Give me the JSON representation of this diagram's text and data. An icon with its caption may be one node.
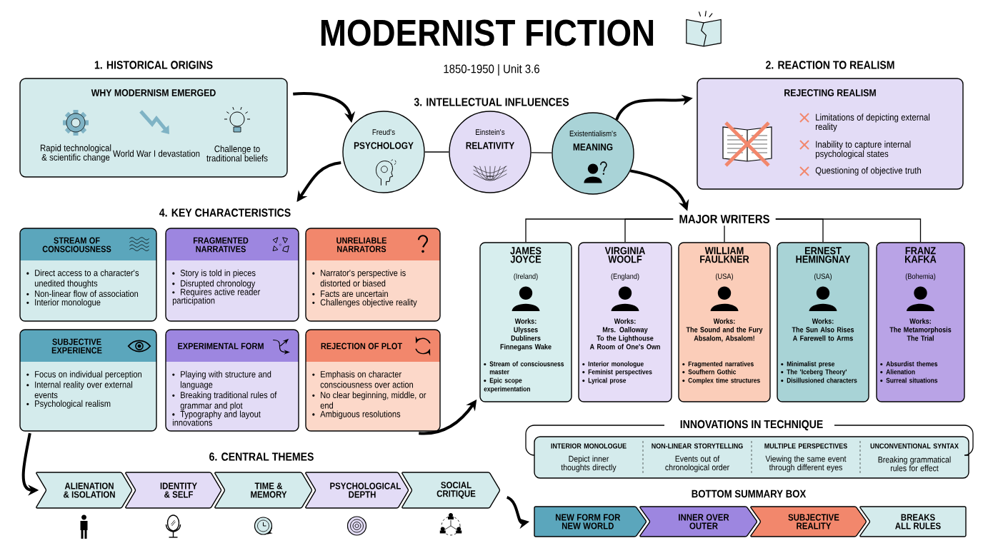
{
  "diagram": {
    "title": "MODERNIST FICTION",
    "nodes": [
      {
        "text": [
          "1. HISTORICAL ORIGINS",
          "WHY MODERNISM EMERGED",
          "Rapid technological & scientific change",
          "World War I devastation",
          "Challenge to traditional beliefs"
        ]
      },
      {
        "text": [
          "Freud's",
          "PSYCHOLOGY"
        ]
      },
      {
        "text": [
          "Einstein's",
          "RELATIVITY"
        ]
      },
      {
        "text": [
          "Existentialism's",
          "MEANING"
        ]
      },
      {
        "text": [
          "2. REACTION TO REALISM",
          "REJECTING REALISM",
          "Limitations of depicting external reality",
          "Inability to capture internal psychological states",
          "Questioning of objective truth"
        ]
      },
      {
        "text": [
          "4. KEY CHARACTERISTICS"
        ]
      },
      {
        "text": [
          "STREAM OF CONSCIOUSNESS",
          "Direct access to a character's unedited thoughts",
          "Non-linear flow of association",
          "Interior monologue"
        ]
      },
      {
        "text": [
          "FRAGMENTED NARRATIVES",
          "Story is told in pieces",
          "Disrupted chronology",
          "Requires active reader participation"
        ]
      },
      {
        "text": [
          "UNRELIABLE NARRATORS",
          "Narrator's perspective is distorted or biased",
          "Facts are uncertain",
          "Challenges objective reality"
        ]
      },
      {
        "text": [
          "SUBJECTIVE EXPERIENCE",
          "Focus on individual perception",
          "Internal reality over external events",
          "Psychological realism"
        ]
      },
      {
        "text": [
          "EXPERIMENTAL FORM",
          "Playing with structure and language",
          "Breaking traditional rules of grammar and plot",
          "Typography and layout innovations"
        ]
      },
      {
        "text": [
          "REJECTION OF PLOT",
          "Emphasis on character consciousness over action",
          "No clear beginning, middle, or end",
          "Ambiguous resolutions"
        ]
      },
      {
        "text": [
          "MAJOR WRITERS"
        ]
      },
      {
        "text": [
          "JAMES JOYCE",
          "(Ireland)",
          "Works:",
          "Ulysses",
          "Dubliners",
          "Finnegans Wake",
          "Stream of consciousness master",
          "Epic scope experimentation"
        ]
      },
      {
        "text": [
          "VIRGINIA WOOLF",
          "(England)",
          "Works:",
          "Mrs. Oalloway",
          "To the Lighthouse",
          "A Room of One's Own",
          "Interior monologue",
          "Feminist perspectives",
          "Lyrical prose"
        ]
      },
      {
        "text": [
          "WILLIAM FAULKNER",
          "(USA)",
          "Works:",
          "The Sound and the Fury",
          "Absalom, Absalom!",
          "Fragmented narratives",
          "Soufhern Gothic",
          "Complex time structures"
        ]
      },
      {
        "text": [
          "ERNEST HEMINGNAY",
          "(USA)",
          "Works:",
          "The Sun Also Rises",
          "A Farewell to Arms",
          "Minimalist prese",
          "The 'Iceberg Theory'",
          "Disillusioned characters"
        ]
      },
      {
        "text": [
          "FRANZ KAFKA",
          "(Bohemia)",
          "Works:",
          "The Metamorphosis",
          "The Trial",
          "Absurdist themes",
          "Alienation",
          "Surreal situations"
        ]
      },
      {
        "text": [
          "INNOVATIONS IN TECHNIQUE",
          "INTERIOR MONOLOGUE",
          "Depict inner thoughts directly",
          "NON-LINEAR STORYTELLING",
          "Events out of chronological order",
          "MULTIPLE PERSPECTIVES",
          "Viewing the same event through different eyes",
          "UNCONVENTIONAL SYNTAX",
          "Breaking grammatical rules for effect"
        ]
      },
      {
        "text": [
          "ALIENATION & ISOLATION"
        ]
      },
      {
        "text": [
          "IDENTITY & SELF"
        ]
      },
      {
        "text": [
          "TIME & MEMORY"
        ]
      },
      {
        "text": [
          "PSYCHOLOGICAL DEPTH"
        ]
      },
      {
        "text": [
          "SOCIAL CRITIQUE"
        ]
      },
      {
        "text": [
          "NEW FORM FOR NEW WORLD"
        ]
      },
      {
        "text": [
          "INNER OVER OUTER"
        ]
      },
      {
        "text": [
          "SUBJECTIVE REALITY"
        ]
      },
      {
        "text": [
          "BREAKS ALL RULES"
        ]
      }
    ],
    "edges": [
      {
        "from": 0,
        "to": 1,
        "arrow": "to",
        "style": "thick"
      },
      {
        "from": 1,
        "to": 5,
        "arrow": "to",
        "style": "thick"
      },
      {
        "from": 1,
        "to": 2,
        "arrow": "none"
      },
      {
        "from": 2,
        "to": 3,
        "arrow": "none"
      },
      {
        "from": 3,
        "to": 4,
        "arrow": "to",
        "style": "thick"
      },
      {
        "from": 3,
        "to": 12,
        "arrow": "to",
        "style": "thick"
      },
      {
        "from": 12,
        "to": 13,
        "arrow": "none"
      },
      {
        "from": 12,
        "to": 14,
        "arrow": "none"
      },
      {
        "from": 12,
        "to": 15,
        "arrow": "none"
      },
      {
        "from": 12,
        "to": 16,
        "arrow": "none"
      },
      {
        "from": 12,
        "to": 17,
        "arrow": "none"
      },
      {
        "from": 11,
        "to": 13,
        "arrow": "to",
        "style": "thick"
      },
      {
        "from": 9,
        "to": 19,
        "arrow": "to",
        "style": "thick"
      },
      {
        "from": 23,
        "to": 24,
        "arrow": "to",
        "style": "thick"
      }
    ],
    "labels": [
      "1850-1950 | Unit 3.6",
      "3. INTELLECTUAL INFLUENCES",
      "6. CENTRAL THEMES",
      "BOTTOM SUMMARY BOX"
    ]
  }
}
